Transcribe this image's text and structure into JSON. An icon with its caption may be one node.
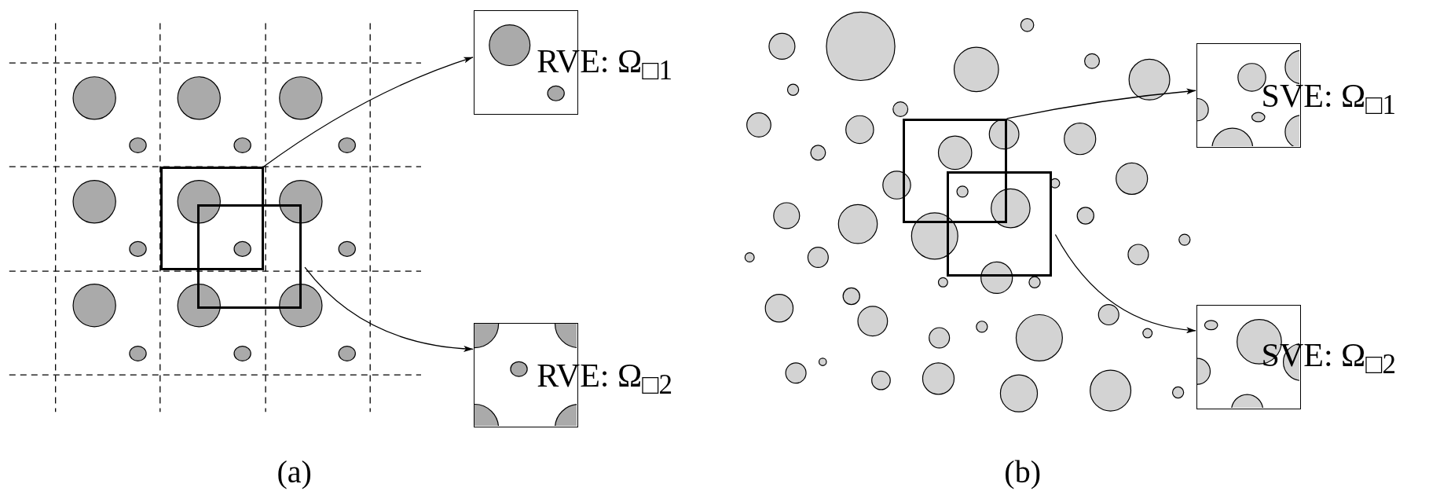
{
  "diagram": {
    "nodes": [
      {
        "text": [],
        "shape": "box"
      },
      {
        "text": [],
        "shape": "box"
      },
      {
        "text": [
          "RVE: Ω$_{□1}$"
        ]
      },
      {
        "text": [
          "RVE: Ω$_{□2}$"
        ]
      },
      {
        "text": [],
        "shape": "box"
      },
      {
        "text": [],
        "shape": "box"
      },
      {
        "text": [
          "SVE: Ω$_{□1}$"
        ]
      },
      {
        "text": [
          "SVE: Ω$_{□2}$"
        ]
      }
    ],
    "edges": [
      {
        "from": 0,
        "to": 2,
        "arrow": "to"
      },
      {
        "from": 1,
        "to": 3,
        "arrow": "to"
      },
      {
        "from": 4,
        "to": 6,
        "arrow": "to"
      },
      {
        "from": 5,
        "to": 7,
        "arrow": "to"
      }
    ],
    "labels": [
      "(a)",
      "(b)"
    ]
  }
}
